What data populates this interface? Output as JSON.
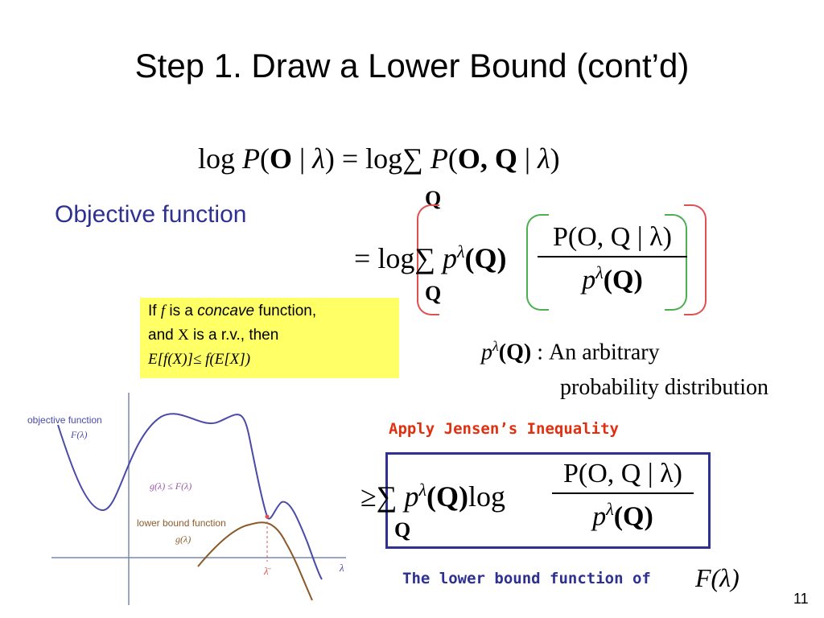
{
  "slide": {
    "title": "Step 1. Draw a Lower Bound (cont’d)",
    "objective_label": "Objective function",
    "page_number": "11"
  },
  "eq1": {
    "lhs_log": "log",
    "P": "P",
    "paren_open": "(",
    "O": "O",
    "bar": " | ",
    "lambda": "λ",
    "paren_close": ")",
    "equals": " = ",
    "rhs_log": "log",
    "sum": "∑",
    "Q_comma": "O, Q",
    "subscript": "Q"
  },
  "eq2": {
    "equals": "= ",
    "log": "log",
    "sum": "∑",
    "p": "p",
    "sup": "λ",
    "argQ": "(Q)",
    "subscript": "Q",
    "numerator": "P(O, Q | λ)",
    "denominator_p": "p",
    "denominator_sup": "λ",
    "denominator_arg": "(Q)"
  },
  "jensen_box": {
    "line1_pre": "If ",
    "line1_f": "f",
    "line1_mid": " is a ",
    "line1_concave": "concave",
    "line1_post": " function,",
    "line2_pre": "and ",
    "line2_X": "X",
    "line2_post": " is a r.v., then",
    "line3": "E[f(X)]≤ f(E[X])"
  },
  "arbitrary": {
    "p": "p",
    "sup": "λ",
    "arg": "(Q)",
    "colon": " : ",
    "text1": "An arbitrary",
    "text2": "probability distribution"
  },
  "jensen_label": "Apply Jensen’s Inequality",
  "eq3": {
    "geq": "≥",
    "sum": "∑",
    "p": "p",
    "sup": "λ",
    "argQ": "(Q)",
    "log": "log",
    "subscript": "Q",
    "numerator": "P(O, Q | λ)",
    "denominator_p": "p",
    "denominator_sup": "λ",
    "denominator_arg": "(Q)"
  },
  "lower_bound_label": "The lower bound function of",
  "lower_bound_F": "F(λ)",
  "graph": {
    "objective_label": "objective function",
    "objective_F": "F(λ)",
    "ineq_label": "g(λ) ≤ F(λ)",
    "lower_bound_label": "lower bound function",
    "lower_g": "g(λ)",
    "lambda_bar": "λ̄",
    "lambda_axis": "λ"
  },
  "colors": {
    "title": "#000000",
    "accent_blue": "#2E3192",
    "jensen_red": "#E03010",
    "box_yellow": "#FFFF66",
    "objective_curve": "#4A4AA8",
    "lower_curve": "#8B5A2B",
    "green_bracket": "#4CAF50",
    "red_bracket": "#E05050"
  }
}
